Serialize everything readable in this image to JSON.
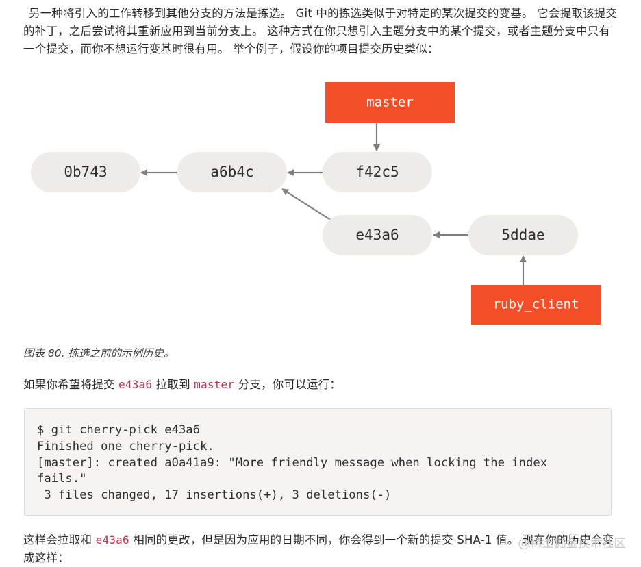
{
  "intro": {
    "text": "另一种将引入的工作转移到其他分支的方法是拣选。 Git 中的拣选类似于对特定的某次提交的变基。 它会提取该提交的补丁，之后尝试将其重新应用到当前分支上。 这种方式在你只想引入主题分支中的某个提交，或者主题分支中只有一个提交，而你不想运行变基时很有用。 举个例子，假设你的项目提交历史类似："
  },
  "diagram": {
    "branch_color": "#f34e27",
    "commit_fill": "#eeece9",
    "arrow_color": "#7f7f7f",
    "branches": {
      "master": "master",
      "ruby_client": "ruby_client"
    },
    "commits": {
      "c1": "0b743",
      "c2": "a6b4c",
      "c3": "f42c5",
      "c4": "e43a6",
      "c5": "5ddae"
    }
  },
  "caption": "图表 80. 拣选之前的示例历史。",
  "instruction": {
    "before": "如果你希望将提交 ",
    "code1": "e43a6",
    "middle": " 拉取到 ",
    "code2": "master",
    "after": " 分支，你可以运行："
  },
  "code": {
    "text": "$ git cherry-pick e43a6\nFinished one cherry-pick.\n[master]: created a0a41a9: \"More friendly message when locking the index\nfails.\"\n 3 files changed, 17 insertions(+), 3 deletions(-)"
  },
  "result": {
    "before": "这样会拉取和 ",
    "code": "e43a6",
    "after": " 相同的更改，但是因为应用的日期不同，你会得到一个新的提交 SHA-1 值。 现在你的历史会变成这样："
  },
  "watermark": "@稀土掘金技术社区"
}
